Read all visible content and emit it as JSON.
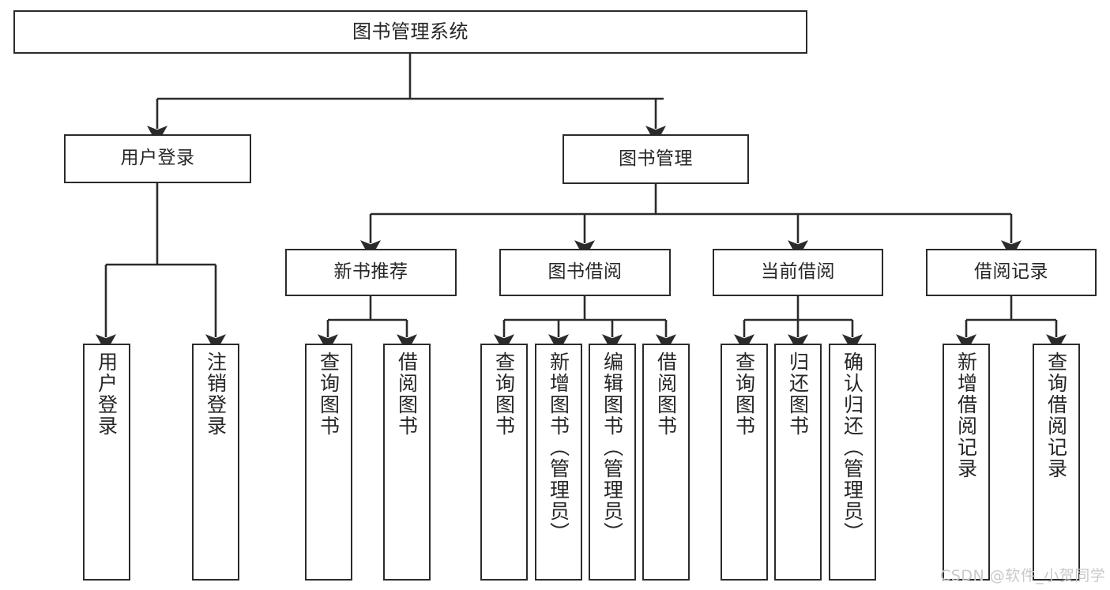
{
  "diagram": {
    "type": "tree",
    "title": "图书管理系统",
    "orientation": "top-down",
    "colors": {
      "node_border": "#2b2b2b",
      "node_fill": "#ffffff",
      "edge": "#2b2b2b",
      "text": "#262626",
      "watermark": "#c9c9c9",
      "background": "#ffffff"
    },
    "root": {
      "label": "图书管理系统"
    },
    "level2": [
      {
        "label": "用户登录"
      },
      {
        "label": "图书管理"
      }
    ],
    "level3": [
      {
        "label": "新书推荐"
      },
      {
        "label": "图书借阅"
      },
      {
        "label": "当前借阅"
      },
      {
        "label": "借阅记录"
      }
    ],
    "leaves": {
      "user_login": [
        {
          "label": "用户登录"
        },
        {
          "label": "注销登录"
        }
      ],
      "new_book_recommend": [
        {
          "label": "查询图书"
        },
        {
          "label": "借阅图书"
        }
      ],
      "book_borrow": [
        {
          "label": "查询图书"
        },
        {
          "label": "新增图书（管理员）"
        },
        {
          "label": "编辑图书（管理员）"
        },
        {
          "label": "借阅图书"
        }
      ],
      "current_borrow": [
        {
          "label": "查询图书"
        },
        {
          "label": "归还图书"
        },
        {
          "label": "确认归还（管理员）"
        }
      ],
      "borrow_record": [
        {
          "label": "新增借阅记录"
        },
        {
          "label": "查询借阅记录"
        }
      ]
    }
  },
  "watermark": {
    "text": "CSDN @软件_小贺同学"
  }
}
